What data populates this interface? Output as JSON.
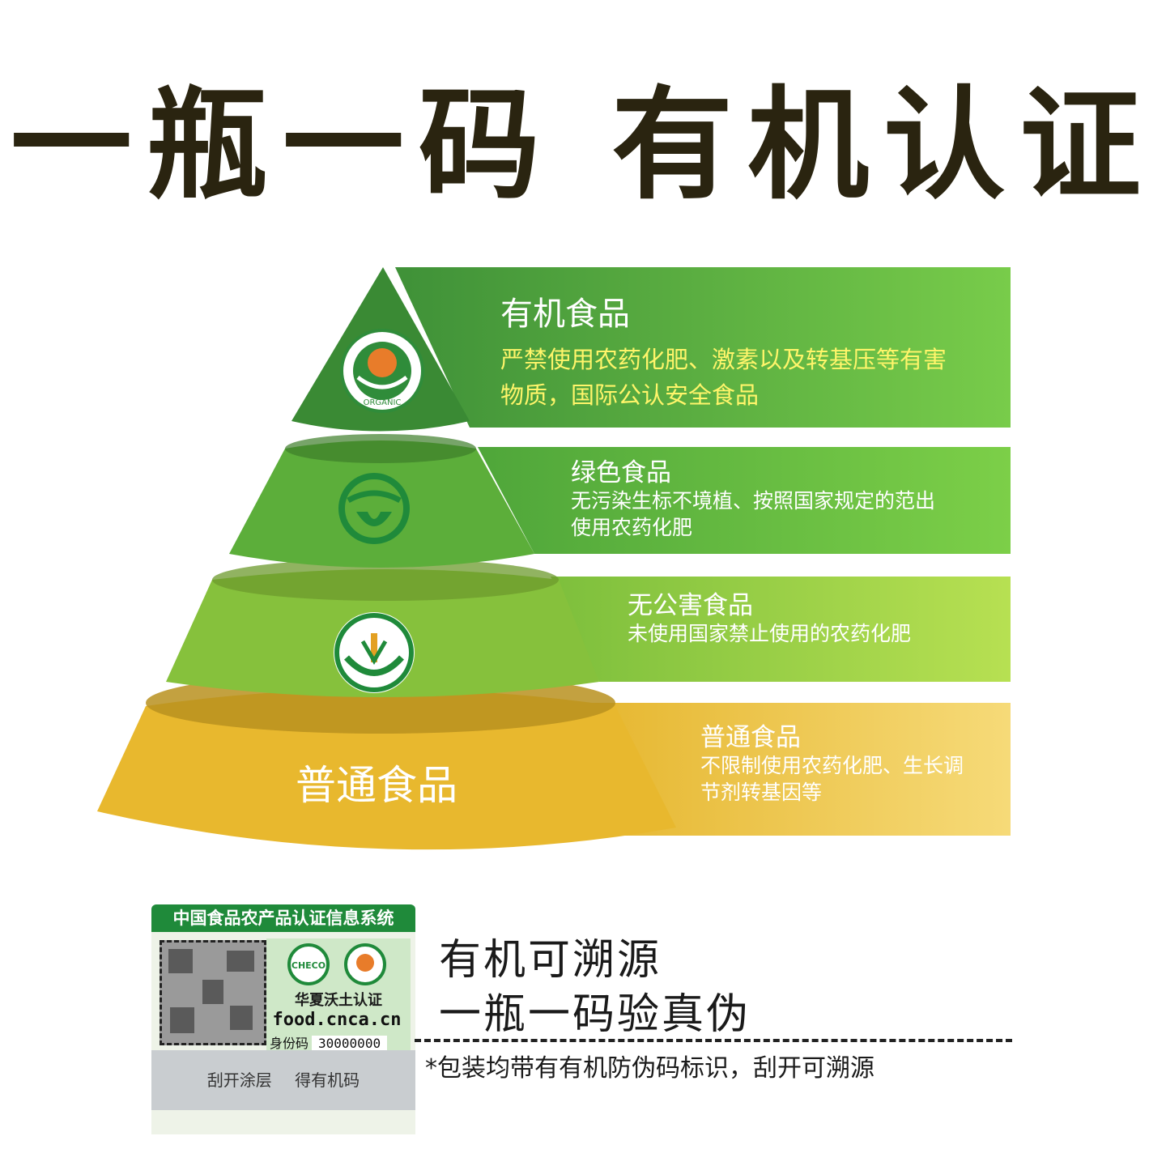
{
  "title": "一瓶一码 有机认证",
  "tiers": [
    {
      "name": "有机食品",
      "desc": "严禁使用农药化肥、激素以及转基压等有害物质，国际公认安全食品",
      "icon": "organic-logo-icon",
      "logo_text": "ORGANIC"
    },
    {
      "name": "绿色食品",
      "desc": "无污染生标不境植、按照国家规定的范出使用农药化肥",
      "icon": "green-food-logo-icon"
    },
    {
      "name": "无公害食品",
      "desc": "未使用国家禁止使用的农药化肥",
      "icon": "pollution-free-logo-icon"
    },
    {
      "name": "普通食品",
      "desc": "不限制使用农药化肥、生长调节剂转基因等",
      "base_label": "普通食品"
    }
  ],
  "label": {
    "header": "中国食品农产品认证信息系统",
    "cert_org": "华夏沃土认证",
    "website": "food.cnca.cn",
    "id_label": "身份码",
    "id_value": "30000000",
    "scratch_text": "刮开涂层 得有机码"
  },
  "traceability": {
    "line1": "有机可溯源",
    "line2": "一瓶一码验真伪",
    "footnote": "*包装均带有有机防伪码标识，刮开可溯源"
  },
  "colors": {
    "tier1": "#5aa63a",
    "tier2": "#6dbb3c",
    "tier3": "#8cc63e",
    "tier4": "#e7b92e",
    "title": "#2a2410"
  }
}
